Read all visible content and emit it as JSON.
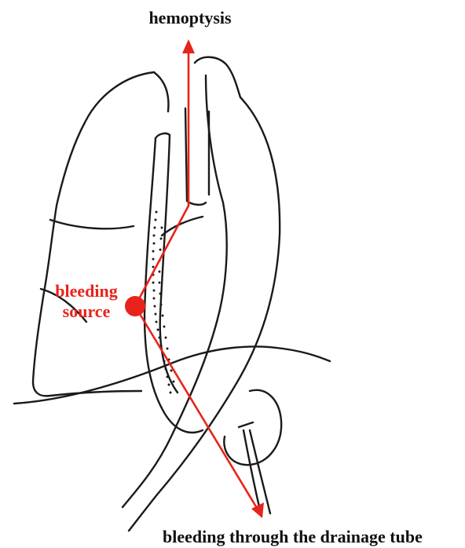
{
  "labels": {
    "hemoptysis": "hemoptysis",
    "bleeding_source_line1": "bleeding",
    "bleeding_source_line2": "source",
    "drainage": "bleeding through the drainage tube"
  },
  "colors": {
    "outline": "#1a1a1a",
    "accent": "#e8231b",
    "text": "#111111"
  }
}
